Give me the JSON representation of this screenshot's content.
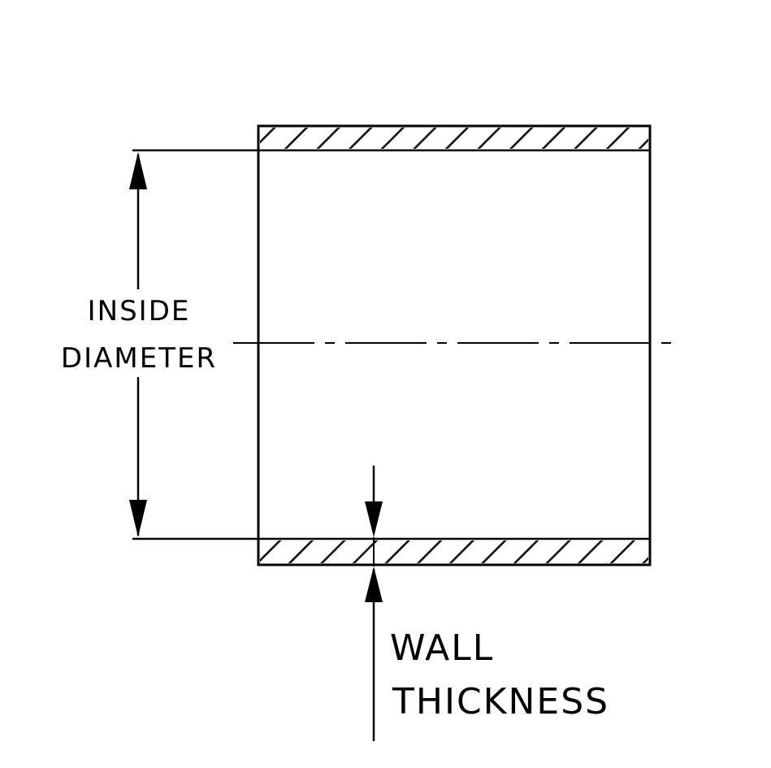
{
  "diagram": {
    "type": "technical-drawing",
    "subject": "tube-cross-section",
    "labels": {
      "inside_diameter_line1": "INSIDE",
      "inside_diameter_line2": "DIAMETER",
      "wall_thickness_line1": "WALL",
      "wall_thickness_line2": "THICKNESS"
    },
    "colors": {
      "line": "#000000",
      "background": "#ffffff"
    }
  }
}
